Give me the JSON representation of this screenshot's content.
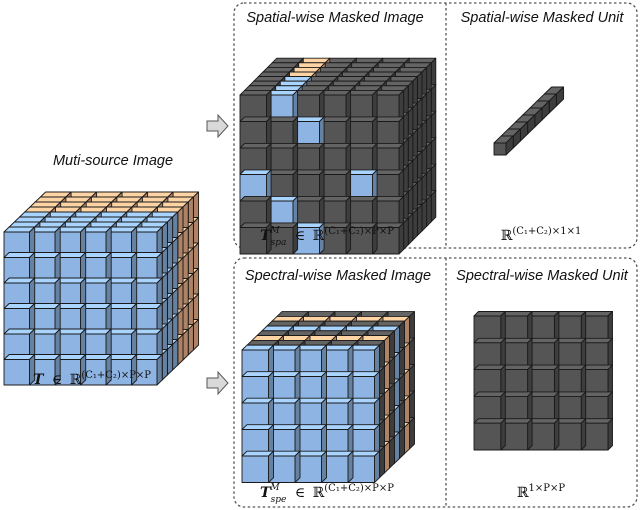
{
  "left": {
    "label": "Muti-source Image",
    "formula": {
      "sym": "T",
      "in": "∈",
      "field": "ℝ",
      "exp": "(C₁+C₂)×P×P"
    }
  },
  "panels": {
    "spatial_image": {
      "label": "Spatial-wise Masked Image",
      "formula": {
        "sym": "T",
        "sup": "M",
        "sub": "spa",
        "in": "∈",
        "field": "ℝ",
        "exp": "(C₁+C₂)×P×P"
      }
    },
    "spatial_unit": {
      "label": "Spatial-wise Masked Unit",
      "formula": {
        "field": "ℝ",
        "exp": "(C₁+C₂)×1×1"
      }
    },
    "spectral_image": {
      "label": "Spectral-wise Masked Image",
      "formula": {
        "sym": "T",
        "sup": "M",
        "sub": "spe",
        "in": "∈",
        "field": "ℝ",
        "exp": "(C₁+C₂)×P×P"
      }
    },
    "spectral_unit": {
      "label": "Spectral-wise Masked Unit",
      "formula": {
        "field": "ℝ",
        "exp": "1×P×P"
      }
    }
  },
  "colors": {
    "blue": "#8eb4e3",
    "orange": "#f2b48c",
    "gray": "#555555",
    "panel_border": "#555555"
  }
}
